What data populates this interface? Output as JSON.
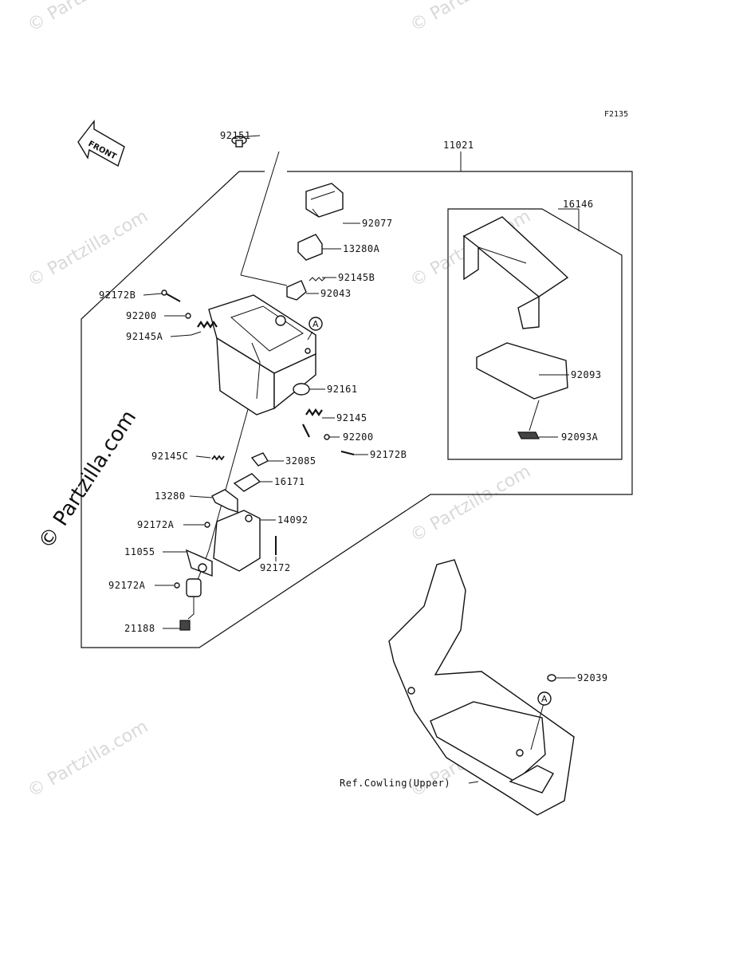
{
  "figure_code": "F2135",
  "front_label": "FRONT",
  "watermark_text": "© Partzilla.com",
  "ref_label": "Ref.Cowling(Upper)",
  "callout_letter": "A",
  "parts": {
    "p92151": "92151",
    "p11021": "11021",
    "p92077": "92077",
    "p13280A": "13280A",
    "p92145B": "92145B",
    "p92043": "92043",
    "p92172B_top": "92172B",
    "p92200_top": "92200",
    "p92145A": "92145A",
    "p92161": "92161",
    "p92145": "92145",
    "p92200_mid": "92200",
    "p92172B_mid": "92172B",
    "p92145C": "92145C",
    "p32085": "32085",
    "p16171": "16171",
    "p13280": "13280",
    "p14092": "14092",
    "p92172A_top": "92172A",
    "p11055": "11055",
    "p92172": "92172",
    "p92172A_bot": "92172A",
    "p21188": "21188",
    "p16146": "16146",
    "p92093": "92093",
    "p92093A": "92093A",
    "p92039": "92039"
  }
}
